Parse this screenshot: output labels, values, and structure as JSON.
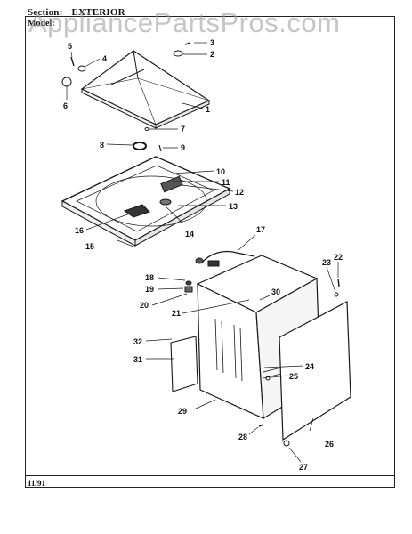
{
  "header": {
    "section_label": "Section:",
    "section_value": "EXTERIOR",
    "model_label": "Model:"
  },
  "watermark": "AppliancePartsPros.com",
  "footer": {
    "date": "11/91"
  },
  "callouts": [
    "1",
    "2",
    "3",
    "4",
    "5",
    "6",
    "7",
    "8",
    "9",
    "10",
    "11",
    "12",
    "13",
    "14",
    "15",
    "16",
    "17",
    "18",
    "19",
    "20",
    "21",
    "22",
    "23",
    "24",
    "25",
    "26",
    "27",
    "28",
    "29",
    "30",
    "31",
    "32"
  ]
}
